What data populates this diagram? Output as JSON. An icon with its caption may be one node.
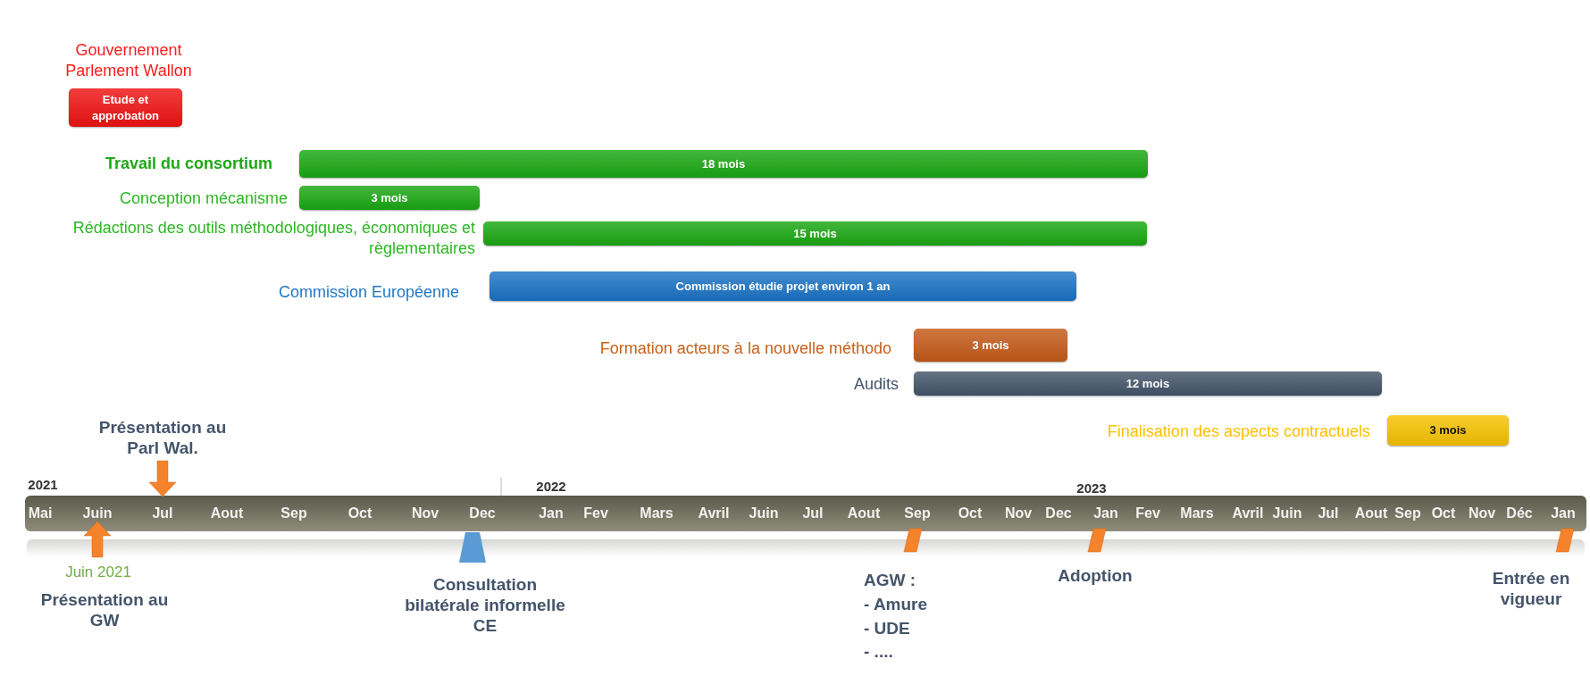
{
  "diagram": {
    "nodes": [
      {
        "text": [
          "Etude et approbation"
        ],
        "beside": [
          "Gouvernement Parlement Wallon"
        ]
      },
      {
        "text": [
          "18 mois"
        ],
        "beside": [
          "Travail du consortium"
        ]
      },
      {
        "text": [
          "3 mois"
        ],
        "beside": [
          "Conception mécanisme"
        ]
      },
      {
        "text": [
          "15 mois"
        ],
        "beside": [
          "Rédactions des outils méthodologiques, économiques et règlementaires"
        ]
      },
      {
        "text": [
          "Commission étudie projet **environ 1 an**"
        ],
        "beside": [
          "Commission Européenne"
        ]
      },
      {
        "text": [
          "3 mois"
        ],
        "beside": [
          "Formation acteurs à la nouvelle méthodo"
        ]
      },
      {
        "text": [
          "12 mois"
        ],
        "beside": [
          "Audits"
        ]
      },
      {
        "text": [
          "3 mois"
        ],
        "beside": [
          "Finalisation des aspects contractuels"
        ]
      }
    ],
    "labels": [
      "Présentation au Parl Wal.",
      "2021",
      "2022",
      "2023",
      "Mai",
      "Juin",
      "Jul",
      "Aout",
      "Sep",
      "Oct",
      "Nov",
      "Dec",
      "Jan",
      "Fev",
      "Mars",
      "Avril",
      "Juin",
      "Jul",
      "Aout",
      "Sep",
      "Oct",
      "Nov",
      "Dec",
      "Jan",
      "Fev",
      "Mars",
      "Avril",
      "Juin",
      "Jul",
      "Aout",
      "Sep",
      "Oct",
      "Nov",
      "Déc",
      "Jan",
      "Juin 2021",
      "Présentation au GW",
      "Consultation bilatérale informelle CE",
      "AGW :",
      "- Amure",
      "- UDE",
      "- ....",
      "Adoption",
      "Entrée en vigueur"
    ]
  }
}
